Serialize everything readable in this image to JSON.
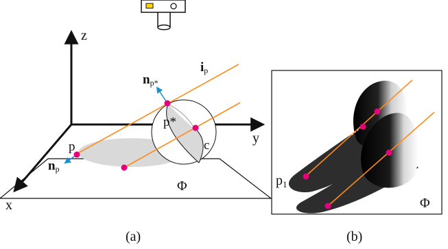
{
  "panel_a": {
    "caption": "(a)",
    "axes": {
      "x": "x",
      "y": "y",
      "z": "z"
    },
    "labels": {
      "ip_bold": "i",
      "ip_sub": "p",
      "np_star_bold": "n",
      "np_star_sub": "p*",
      "p_star": "p*",
      "c": "c",
      "p": "p",
      "np_bold": "n",
      "np_sub": "p",
      "plane": "Φ"
    }
  },
  "panel_b": {
    "caption": "(b)",
    "labels": {
      "p1": "p",
      "p1_sub": "1",
      "plane": "Φ"
    }
  },
  "colors": {
    "ray": "#ff8c1a",
    "point": "#e6007e",
    "normal": "#1f8fd6",
    "camera_led": "#ffd400"
  },
  "icons": [
    "camera-icon"
  ]
}
